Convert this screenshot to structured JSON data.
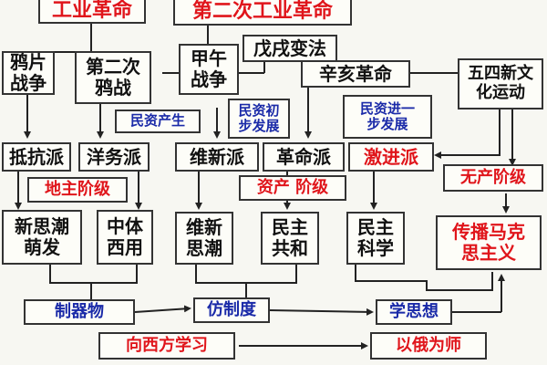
{
  "nodes": {
    "industrial_rev": "工业革命",
    "second_industrial_rev": "第二次工业革命",
    "opium_war": "鸦片\n战争",
    "second_opium_war": "第二次\n鸦战",
    "jiawu_war": "甲午\n战争",
    "wuxu_reform": "戊戌变法",
    "xinhai_rev": "辛亥革命",
    "may_fourth": "五四新文\n化运动",
    "capital_emerge": "民资产生",
    "capital_initial": "民资初\n步发展",
    "capital_further": "民资进一\n步发展",
    "resist_faction": "抵抗派",
    "westernization_faction": "洋务派",
    "reform_faction": "维新派",
    "revolution_faction": "革命派",
    "radical_faction": "激进派",
    "landlord_class": "地主阶级",
    "bourgeois_class": "资产 阶级",
    "proletariat": "无产阶级",
    "new_thought": "新思潮\n萌发",
    "zhongti_xiyong": "中体\n西用",
    "reform_thought": "维新\n思潮",
    "democratic_republic": "民主\n共和",
    "democracy_science": "民主\n科学",
    "spread_marxism": "传播马克\n思主义",
    "learn_tools": "制器物",
    "learn_systems": "仿制度",
    "learn_thought": "学思想",
    "learn_from_west": "向西方学习",
    "learn_from_russia": "以俄为师"
  },
  "colors": {
    "red": "#e0151b",
    "blue": "#1a2aa8",
    "line": "#222222"
  }
}
